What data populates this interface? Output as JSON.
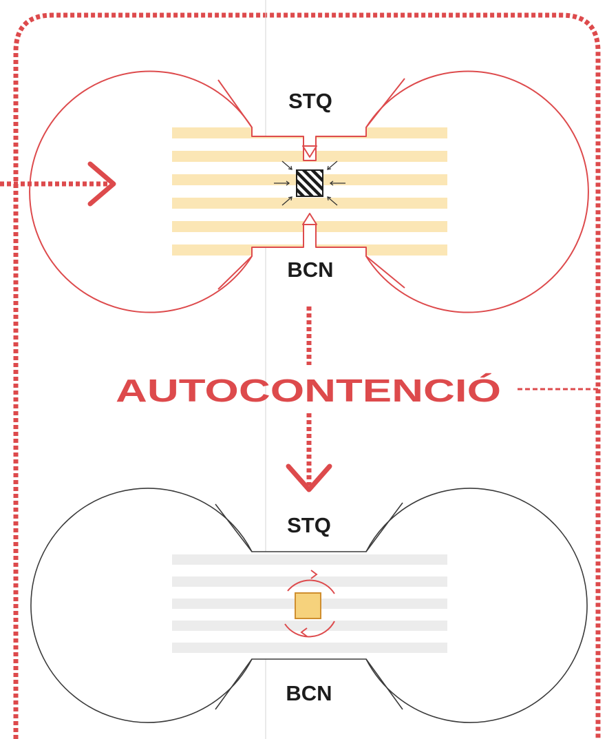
{
  "colors": {
    "accent": "#dd4a4c",
    "stripe_warm": "#fbe6b5",
    "stripe_grey": "#ececec",
    "outline_grey": "#3a3a3a",
    "square_fill": "#f6d27c",
    "label_text": "#1c1c1c"
  },
  "top_diagram": {
    "label_top": "STQ",
    "label_bottom": "BCN",
    "center_icon": "hatched-square-icon"
  },
  "headline": {
    "text": "AUTOCONTENCIÓ"
  },
  "bottom_diagram": {
    "label_top": "STQ",
    "label_bottom": "BCN",
    "center_icon": "circular-arrows-icon"
  }
}
